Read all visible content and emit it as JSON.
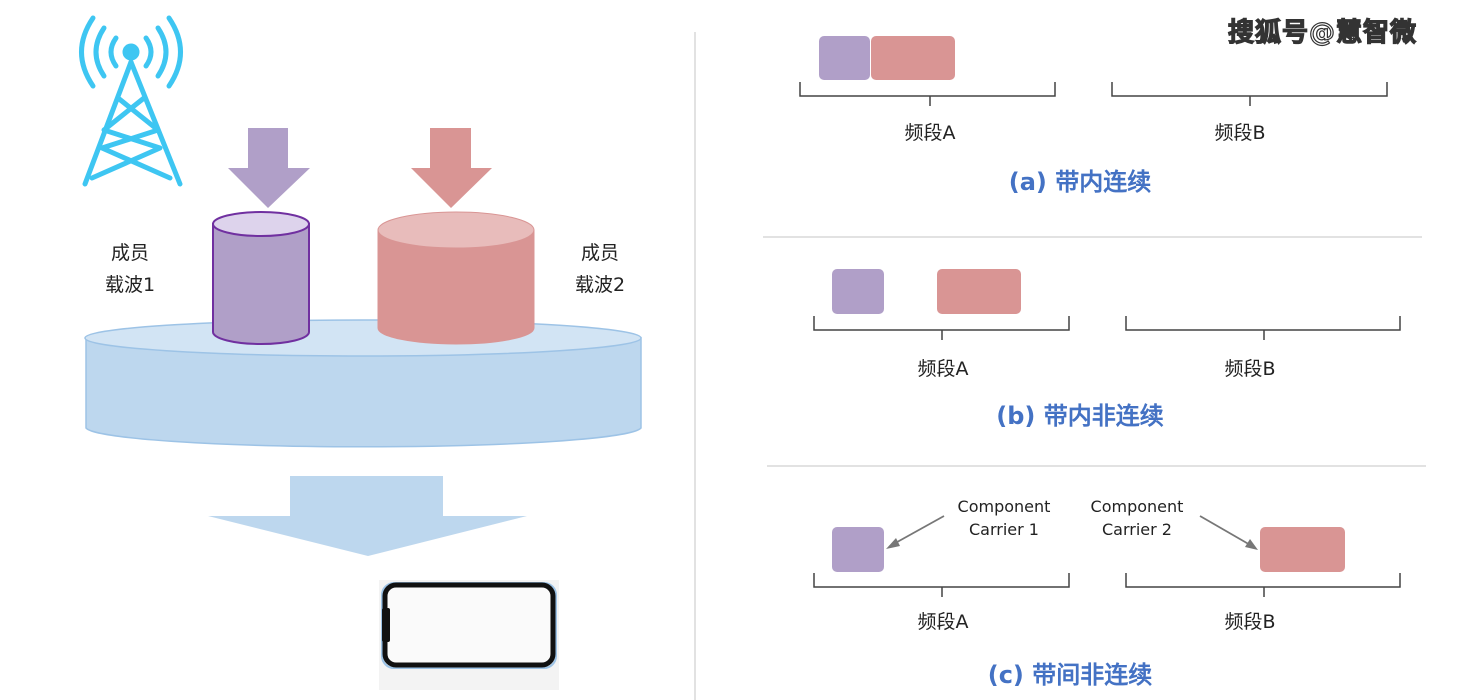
{
  "watermark": "搜狐号@慧智微",
  "left": {
    "cc1_label_line1": "成员",
    "cc1_label_line2": "载波1",
    "cc2_label_line1": "成员",
    "cc2_label_line2": "载波2"
  },
  "right": {
    "panel_a": {
      "title": "(a) 带内连续",
      "band_a": "频段A",
      "band_b": "频段B"
    },
    "panel_b": {
      "title": "(b) 带内非连续",
      "band_a": "频段A",
      "band_b": "频段B"
    },
    "panel_c": {
      "title": "(c) 带间非连续",
      "band_a": "频段A",
      "band_b": "频段B",
      "cc1_line1": "Component",
      "cc1_line2": "Carrier 1",
      "cc2_line1": "Component",
      "cc2_line2": "Carrier 2"
    }
  },
  "colors": {
    "tower": "#3ec6f2",
    "purple": "#b09fc8",
    "purple_edge": "#7030a0",
    "red": "#d99594",
    "red_top": "#e8bcbb",
    "blue": "#bdd7ee",
    "blue_edge": "#9dc3e6"
  }
}
